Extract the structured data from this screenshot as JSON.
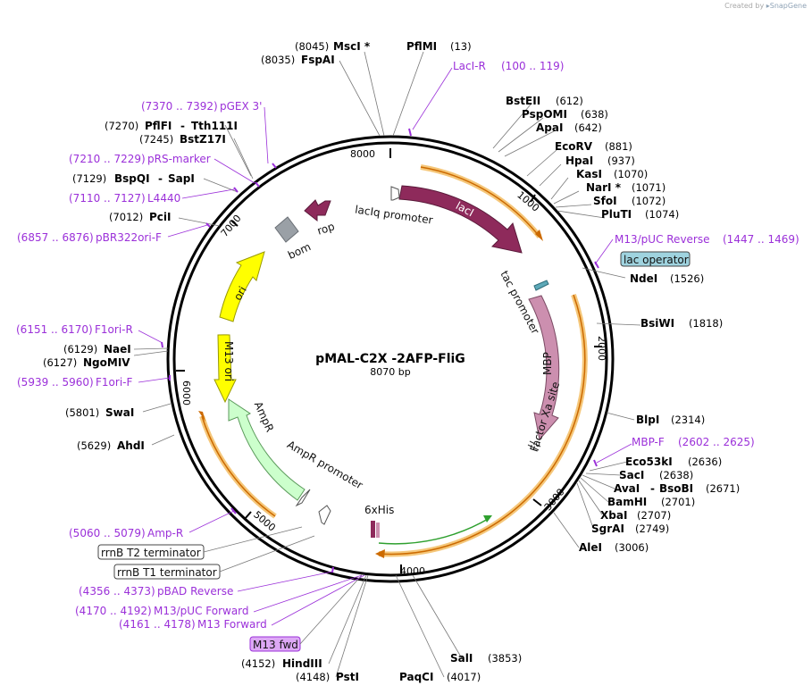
{
  "credit": {
    "prefix": "Created by",
    "brand": "SnapGene"
  },
  "plasmid": {
    "name": "pMAL-C2X -2AFP-FliG",
    "length": "8070 bp"
  },
  "colors": {
    "lacI": "#8e2a5b",
    "rop": "#8e2a5b",
    "bom": "#9aa0a6",
    "ori": "#ffff00",
    "m13ori": "#ffff00",
    "ampR": "#ccffcc",
    "mbp": "#cc8faf",
    "primer": "#9b30d9",
    "orf_highlight": "#f5c77a",
    "orf_line": "#cc6a00",
    "green_orf": "#2fa02f"
  },
  "ticks": [
    "1000",
    "2000",
    "3000",
    "4000",
    "5000",
    "6000",
    "7000",
    "8000"
  ],
  "restriction_sites": [
    {
      "name": "MscI *",
      "pos": "(8045)"
    },
    {
      "name": "FspAI",
      "pos": "(8035)"
    },
    {
      "name": "PflMI",
      "pos": "(13)"
    },
    {
      "name": "BstEII",
      "pos": "(612)"
    },
    {
      "name": "PspOMI",
      "pos": "(638)"
    },
    {
      "name": "ApaI",
      "pos": "(642)"
    },
    {
      "name": "EcoRV",
      "pos": "(881)"
    },
    {
      "name": "HpaI",
      "pos": "(937)"
    },
    {
      "name": "KasI",
      "pos": "(1070)"
    },
    {
      "name": "NarI *",
      "pos": "(1071)"
    },
    {
      "name": "SfoI",
      "pos": "(1072)"
    },
    {
      "name": "PluTI",
      "pos": "(1074)"
    },
    {
      "name": "NdeI",
      "pos": "(1526)"
    },
    {
      "name": "BsiWI",
      "pos": "(1818)"
    },
    {
      "name": "BlpI",
      "pos": "(2314)"
    },
    {
      "name": "Eco53kI",
      "pos": "(2636)"
    },
    {
      "name": "SacI",
      "pos": "(2638)"
    },
    {
      "name": "AvaI",
      "pos": "",
      "sep": "-"
    },
    {
      "name": "BsoBI",
      "pos": "(2671)"
    },
    {
      "name": "BamHI",
      "pos": "(2701)"
    },
    {
      "name": "XbaI",
      "pos": "(2707)"
    },
    {
      "name": "SgrAI",
      "pos": "(2749)"
    },
    {
      "name": "AleI",
      "pos": "(3006)"
    },
    {
      "name": "SalI",
      "pos": "(3853)"
    },
    {
      "name": "PaqCI",
      "pos": "(4017)"
    },
    {
      "name": "HindIII",
      "pos": "(4152)"
    },
    {
      "name": "PstI",
      "pos": "(4148)"
    },
    {
      "name": "AhdI",
      "pos": "(5629)"
    },
    {
      "name": "SwaI",
      "pos": "(5801)"
    },
    {
      "name": "NgoMIV",
      "pos": "(6127)"
    },
    {
      "name": "NaeI",
      "pos": "(6129)"
    },
    {
      "name": "PciI",
      "pos": "(7012)"
    },
    {
      "name": "BspQI",
      "pos": "(7129)",
      "sep": "-"
    },
    {
      "name": "SapI",
      "pos": ""
    },
    {
      "name": "BstZ17I",
      "pos": "(7245)"
    },
    {
      "name": "PflFI",
      "pos": "(7270)",
      "sep": "-"
    },
    {
      "name": "Tth111I",
      "pos": ""
    }
  ],
  "primers": [
    {
      "name": "LacI-R",
      "range": "(100 .. 119)"
    },
    {
      "name": "M13/pUC Reverse",
      "range": "(1447 .. 1469)"
    },
    {
      "name": "MBP-F",
      "range": "(2602 .. 2625)"
    },
    {
      "name": "Amp-R",
      "range": "(5060 .. 5079)"
    },
    {
      "name": "pBAD Reverse",
      "range": "(4356 .. 4373)"
    },
    {
      "name": "M13/pUC Forward",
      "range": "(4170 .. 4192)"
    },
    {
      "name": "M13 Forward",
      "range": "(4161 .. 4178)"
    },
    {
      "name": "F1ori-F",
      "range": "(5939 .. 5960)"
    },
    {
      "name": "F1ori-R",
      "range": "(6151 .. 6170)"
    },
    {
      "name": "pBR322ori-F",
      "range": "(6857 .. 6876)"
    },
    {
      "name": "L4440",
      "range": "(7110 .. 7127)"
    },
    {
      "name": "pRS-marker",
      "range": "(7210 .. 7229)"
    },
    {
      "name": "pGEX 3'",
      "range": "(7370 .. 7392)"
    }
  ],
  "boxed_features": {
    "lac_operator": "lac operator",
    "rrnB_T2": "rrnB T2 terminator",
    "rrnB_T1": "rrnB T1 terminator",
    "m13_fwd": "M13 fwd"
  },
  "features": {
    "lacI": "lacI",
    "lacIq_promoter": "lacIq promoter",
    "tac_promoter": "tac promoter",
    "mbp": "MBP",
    "factor_xa": "Factor Xa site",
    "his": "6xHis",
    "ampR": "AmpR",
    "ampR_promoter": "AmpR promoter",
    "m13_ori": "M13 ori",
    "ori": "ori",
    "bom": "bom",
    "rop": "rop"
  }
}
